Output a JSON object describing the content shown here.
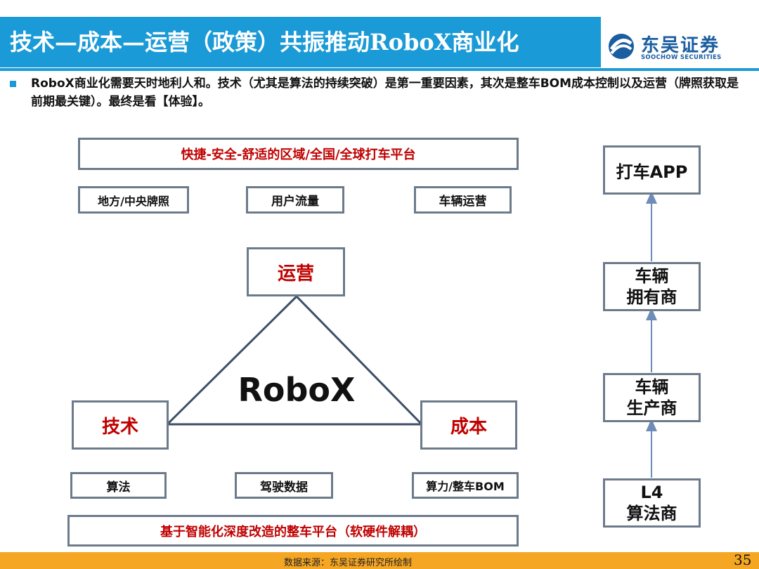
{
  "header": {
    "title": "技术—成本—运营（政策）共振推动RoboX商业化",
    "logo_cn": "东吴证券",
    "logo_en": "SOOCHOW SECURITIES"
  },
  "summary": "RoboX商业化需要天时地利人和。技术（尤其是算法的持续突破）是第一重要因素，其次是整车BOM成本控制以及运营（牌照获取是前期最关键）。最终是看【体验】。",
  "diagram": {
    "platform_top": "快捷-安全-舒适的区域/全国/全球打车平台",
    "ops_items": [
      "地方/中央牌照",
      "用户流量",
      "车辆运营"
    ],
    "node_ops": "运营",
    "center": "RoboX",
    "node_tech": "技术",
    "node_cost": "成本",
    "base_items": [
      "算法",
      "驾驶数据",
      "算力/整车BOM"
    ],
    "platform_bottom": "基于智能化深度改造的整车平台（软硬件解耦）",
    "chain": [
      "打车APP",
      "车辆\n拥有商",
      "车辆\n生产商",
      "L4\n算法商"
    ]
  },
  "footer": {
    "source": "数据来源：东吴证券研究所绘制",
    "page": "35"
  },
  "colors": {
    "accent": "#1a9ad6",
    "emphasis": "#c00000",
    "footer": "#f5a623",
    "border": "#6c7a8a"
  }
}
